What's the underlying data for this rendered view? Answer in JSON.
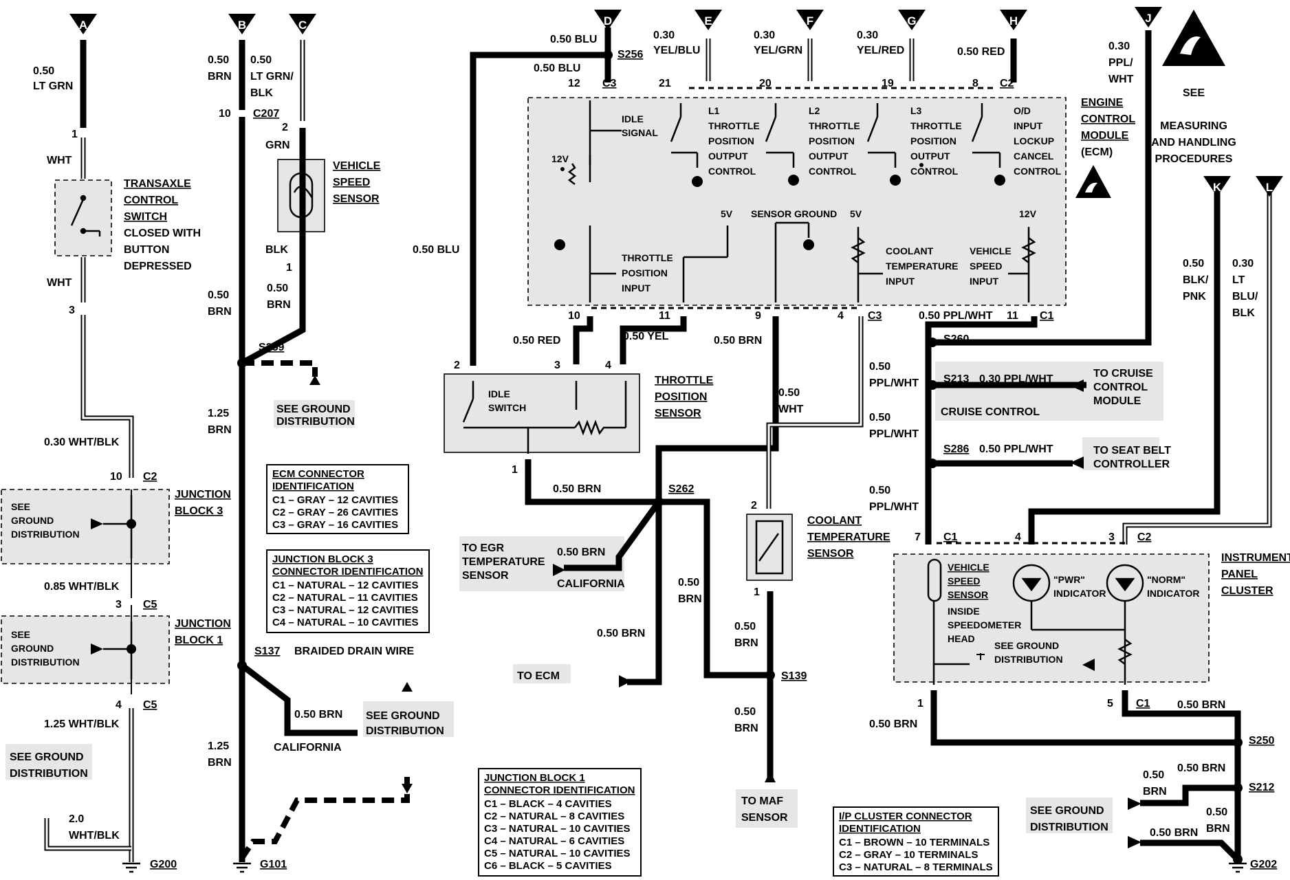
{
  "title_text": {
    "see": "SEE",
    "measuring": "MEASURING",
    "handling": "AND HANDLING",
    "procedures": "PROCEDURES"
  },
  "terminals": [
    "A",
    "B",
    "C",
    "D",
    "E",
    "F",
    "G",
    "H",
    "J",
    "K",
    "L"
  ],
  "wires": {
    "a_main": [
      "0.50",
      "LT GRN"
    ],
    "wht1": "WHT",
    "wht2": "WHT",
    "b_main": [
      "0.50",
      "BRN"
    ],
    "c_main": [
      "0.50",
      "LT GRN/",
      "BLK"
    ],
    "grn": "GRN",
    "blk": "BLK",
    "b_lower": [
      "0.50",
      "BRN"
    ],
    "c_lower": [
      "0.50",
      "BRN"
    ],
    "b_125a": [
      "1.25",
      "BRN"
    ],
    "b_125b": [
      "1.25",
      "BRN"
    ],
    "wht_blk_030": "0.30 WHT/BLK",
    "wht_blk_085": "0.85 WHT/BLK",
    "wht_blk_125": "1.25 WHT/BLK",
    "wht_blk_20": [
      "2.0",
      "WHT/BLK"
    ],
    "d_top": "0.50 BLU",
    "d_s256": "0.50 BLU",
    "d_left": "0.50 BLU",
    "e": [
      "0.30",
      "YEL/BLU"
    ],
    "f": [
      "0.30",
      "YEL/GRN"
    ],
    "g": [
      "0.30",
      "YEL/RED"
    ],
    "h": "0.50 RED",
    "j": [
      "0.30",
      "PPL/",
      "WHT"
    ],
    "c10": "0.50 RED",
    "c11": "0.50 YEL",
    "c9": "0.50 BRN",
    "c4": [
      "0.50",
      "WHT"
    ],
    "s262_brn": "0.50 BRN",
    "egr_brn": "0.50 BRN",
    "s262_down": [
      "0.50",
      "BRN"
    ],
    "to_ecm_brn": "0.50 BRN",
    "cts_lower": [
      "0.50",
      "BRN"
    ],
    "maf": [
      "0.50",
      "BRN"
    ],
    "ppl_wht_c1": "0.50 PPL/WHT",
    "ppl1": [
      "0.50",
      "PPL/WHT"
    ],
    "ppl2": [
      "0.50",
      "PPL/WHT"
    ],
    "ppl3": [
      "0.50",
      "PPL/WHT"
    ],
    "s213_w": "0.30 PPL/WHT",
    "s286_w": "0.50 PPL/WHT",
    "k": [
      "0.50",
      "BLK/",
      "PNK"
    ],
    "l": [
      "0.30",
      "LT",
      "BLU/",
      "BLK"
    ],
    "ipc_c1_1": "0.50 BRN",
    "ipc_c1_5": "0.50 BRN",
    "s250_brn": "0.50 BRN",
    "s212_left": [
      "0.50",
      "BRN"
    ],
    "s212_right": [
      "0.50",
      "BRN"
    ],
    "g202_brn": "0.50 BRN"
  },
  "pins": {
    "a1": "1",
    "a3": "3",
    "b10": "10",
    "c2": "2",
    "c1": "1",
    "jb3_10": "10",
    "jb3_3": "3",
    "jb1_4": "4",
    "ecm_12": "12",
    "ecm_21": "21",
    "ecm_20": "20",
    "ecm_19": "19",
    "ecm_8": "8",
    "ecm_10": "10",
    "ecm_11": "11",
    "ecm_9": "9",
    "ecm_4": "4",
    "ecm_c11": "11",
    "tps_2": "2",
    "tps_3": "3",
    "tps_4": "4",
    "tps_1": "1",
    "cts_2": "2",
    "cts_1": "1",
    "ipc_7": "7",
    "ipc_4": "4",
    "ipc_3": "3",
    "ipc_1": "1",
    "ipc_5": "5"
  },
  "connectors": {
    "c207": "C207",
    "c2_jb3": "C2",
    "c5a": "C5",
    "c5b": "C5",
    "ecm_c3": "C3",
    "ecm_c2": "C2",
    "ecm_c3b": "C3",
    "ecm_c1": "C1",
    "ipc_c1": "C1",
    "ipc_c2": "C2",
    "ipc_c1b": "C1"
  },
  "splices": {
    "s259": "S259",
    "s137": "S137",
    "s256": "S256",
    "s262": "S262",
    "s139": "S139",
    "s260": "S260",
    "s213": "S213",
    "s286": "S286",
    "s250": "S250",
    "s212": "S212"
  },
  "grounds": {
    "g200": "G200",
    "g101": "G101",
    "g202": "G202"
  },
  "components": {
    "transaxle": [
      "TRANSAXLE",
      "CONTROL",
      "SWITCH"
    ],
    "transaxle_note": [
      "CLOSED WITH",
      "BUTTON",
      "DEPRESSED"
    ],
    "vss": [
      "VEHICLE",
      "SPEED",
      "SENSOR"
    ],
    "jb3": [
      "JUNCTION",
      "BLOCK 3"
    ],
    "jb1": [
      "JUNCTION",
      "BLOCK 1"
    ],
    "ecm": [
      "ENGINE",
      "CONTROL",
      "MODULE"
    ],
    "ecm_abbr": "(ECM)",
    "tps": [
      "THROTTLE",
      "POSITION",
      "SENSOR"
    ],
    "cts": [
      "COOLANT",
      "TEMPERATURE",
      "SENSOR"
    ],
    "ipc": [
      "INSTRUMENT",
      "PANEL",
      "CLUSTER"
    ]
  },
  "ecm_internal": {
    "idle": [
      "IDLE",
      "SIGNAL"
    ],
    "v12a": "12V",
    "l1": [
      "L1",
      "THROTTLE",
      "POSITION",
      "OUTPUT",
      "CONTROL"
    ],
    "l2": [
      "L2",
      "THROTTLE",
      "POSITION",
      "OUTPUT",
      "CONTROL"
    ],
    "l3": [
      "L3",
      "THROTTLE",
      "POSITION",
      "OUTPUT",
      "CONTROL"
    ],
    "od": [
      "O/D",
      "INPUT",
      "LOCKUP",
      "CANCEL",
      "CONTROL"
    ],
    "tpi": [
      "THROTTLE",
      "POSITION",
      "INPUT"
    ],
    "v5a": "5V",
    "sensor_ground": "SENSOR GROUND",
    "v5b": "5V",
    "cti": [
      "COOLANT",
      "TEMPERATURE",
      "INPUT"
    ],
    "vsi": [
      "VEHICLE",
      "SPEED",
      "INPUT"
    ],
    "v12b": "12V"
  },
  "tps_internal": [
    "IDLE",
    "SWITCH"
  ],
  "ipc_internal": {
    "vss": [
      "VEHICLE",
      "SPEED",
      "SENSOR"
    ],
    "vss_note": [
      "INSIDE",
      "SPEEDOMETER",
      "HEAD"
    ],
    "pwr": [
      "\"PWR\"",
      "INDICATOR"
    ],
    "norm": [
      "\"NORM\"",
      "INDICATOR"
    ],
    "gnd": [
      "SEE GROUND",
      "DISTRIBUTION"
    ]
  },
  "notes": {
    "see_gnd_s259": [
      "SEE GROUND",
      "DISTRIBUTION"
    ],
    "see_gnd_jb3": [
      "SEE",
      "GROUND",
      "DISTRIBUTION"
    ],
    "see_gnd_jb1": [
      "SEE",
      "GROUND",
      "DISTRIBUTION"
    ],
    "see_gnd_left": [
      "SEE GROUND",
      "DISTRIBUTION"
    ],
    "braided": "BRAIDED DRAIN WIRE",
    "cal_brn": "0.50 BRN",
    "california1": "CALIFORNIA",
    "see_gnd_s137": [
      "SEE GROUND",
      "DISTRIBUTION"
    ],
    "to_egr": [
      "TO EGR",
      "TEMPERATURE",
      "SENSOR"
    ],
    "california2": "CALIFORNIA",
    "to_ecm": "TO ECM",
    "to_maf": [
      "TO MAF",
      "SENSOR"
    ],
    "to_cruise": [
      "TO CRUISE",
      "CONTROL",
      "MODULE"
    ],
    "cruise": "CRUISE CONTROL",
    "to_seatbelt": [
      "TO SEAT BELT",
      "CONTROLLER"
    ],
    "see_gnd_right": [
      "SEE GROUND",
      "DISTRIBUTION"
    ]
  },
  "tables": {
    "ecm_conn": {
      "title": [
        "ECM CONNECTOR",
        "IDENTIFICATION"
      ],
      "rows": [
        "C1 – GRAY – 12 CAVITIES",
        "C2 – GRAY – 26 CAVITIES",
        "C3 – GRAY – 16 CAVITIES"
      ]
    },
    "jb3_conn": {
      "title": [
        "JUNCTION BLOCK 3",
        "CONNECTOR IDENTIFICATION"
      ],
      "rows": [
        "C1 – NATURAL – 12 CAVITIES",
        "C2 – NATURAL – 11 CAVITIES",
        "C3 – NATURAL – 12 CAVITIES",
        "C4 – NATURAL – 10 CAVITIES"
      ]
    },
    "jb1_conn": {
      "title": [
        "JUNCTION BLOCK 1",
        "CONNECTOR IDENTIFICATION"
      ],
      "rows": [
        "C1 – BLACK – 4 CAVITIES",
        "C2 – NATURAL – 8 CAVITIES",
        "C3 – NATURAL – 10 CAVITIES",
        "C4 – NATURAL – 6 CAVITIES",
        "C5 – NATURAL – 10 CAVITIES",
        "C6 – BLACK – 5 CAVITIES"
      ]
    },
    "ipc_conn": {
      "title": [
        "I/P CLUSTER CONNECTOR",
        "IDENTIFICATION"
      ],
      "rows": [
        "C1 – BROWN – 10 TERMINALS",
        "C2 – GRAY – 10 TERMINALS",
        "C3 – NATURAL – 8 TERMINALS"
      ]
    }
  }
}
